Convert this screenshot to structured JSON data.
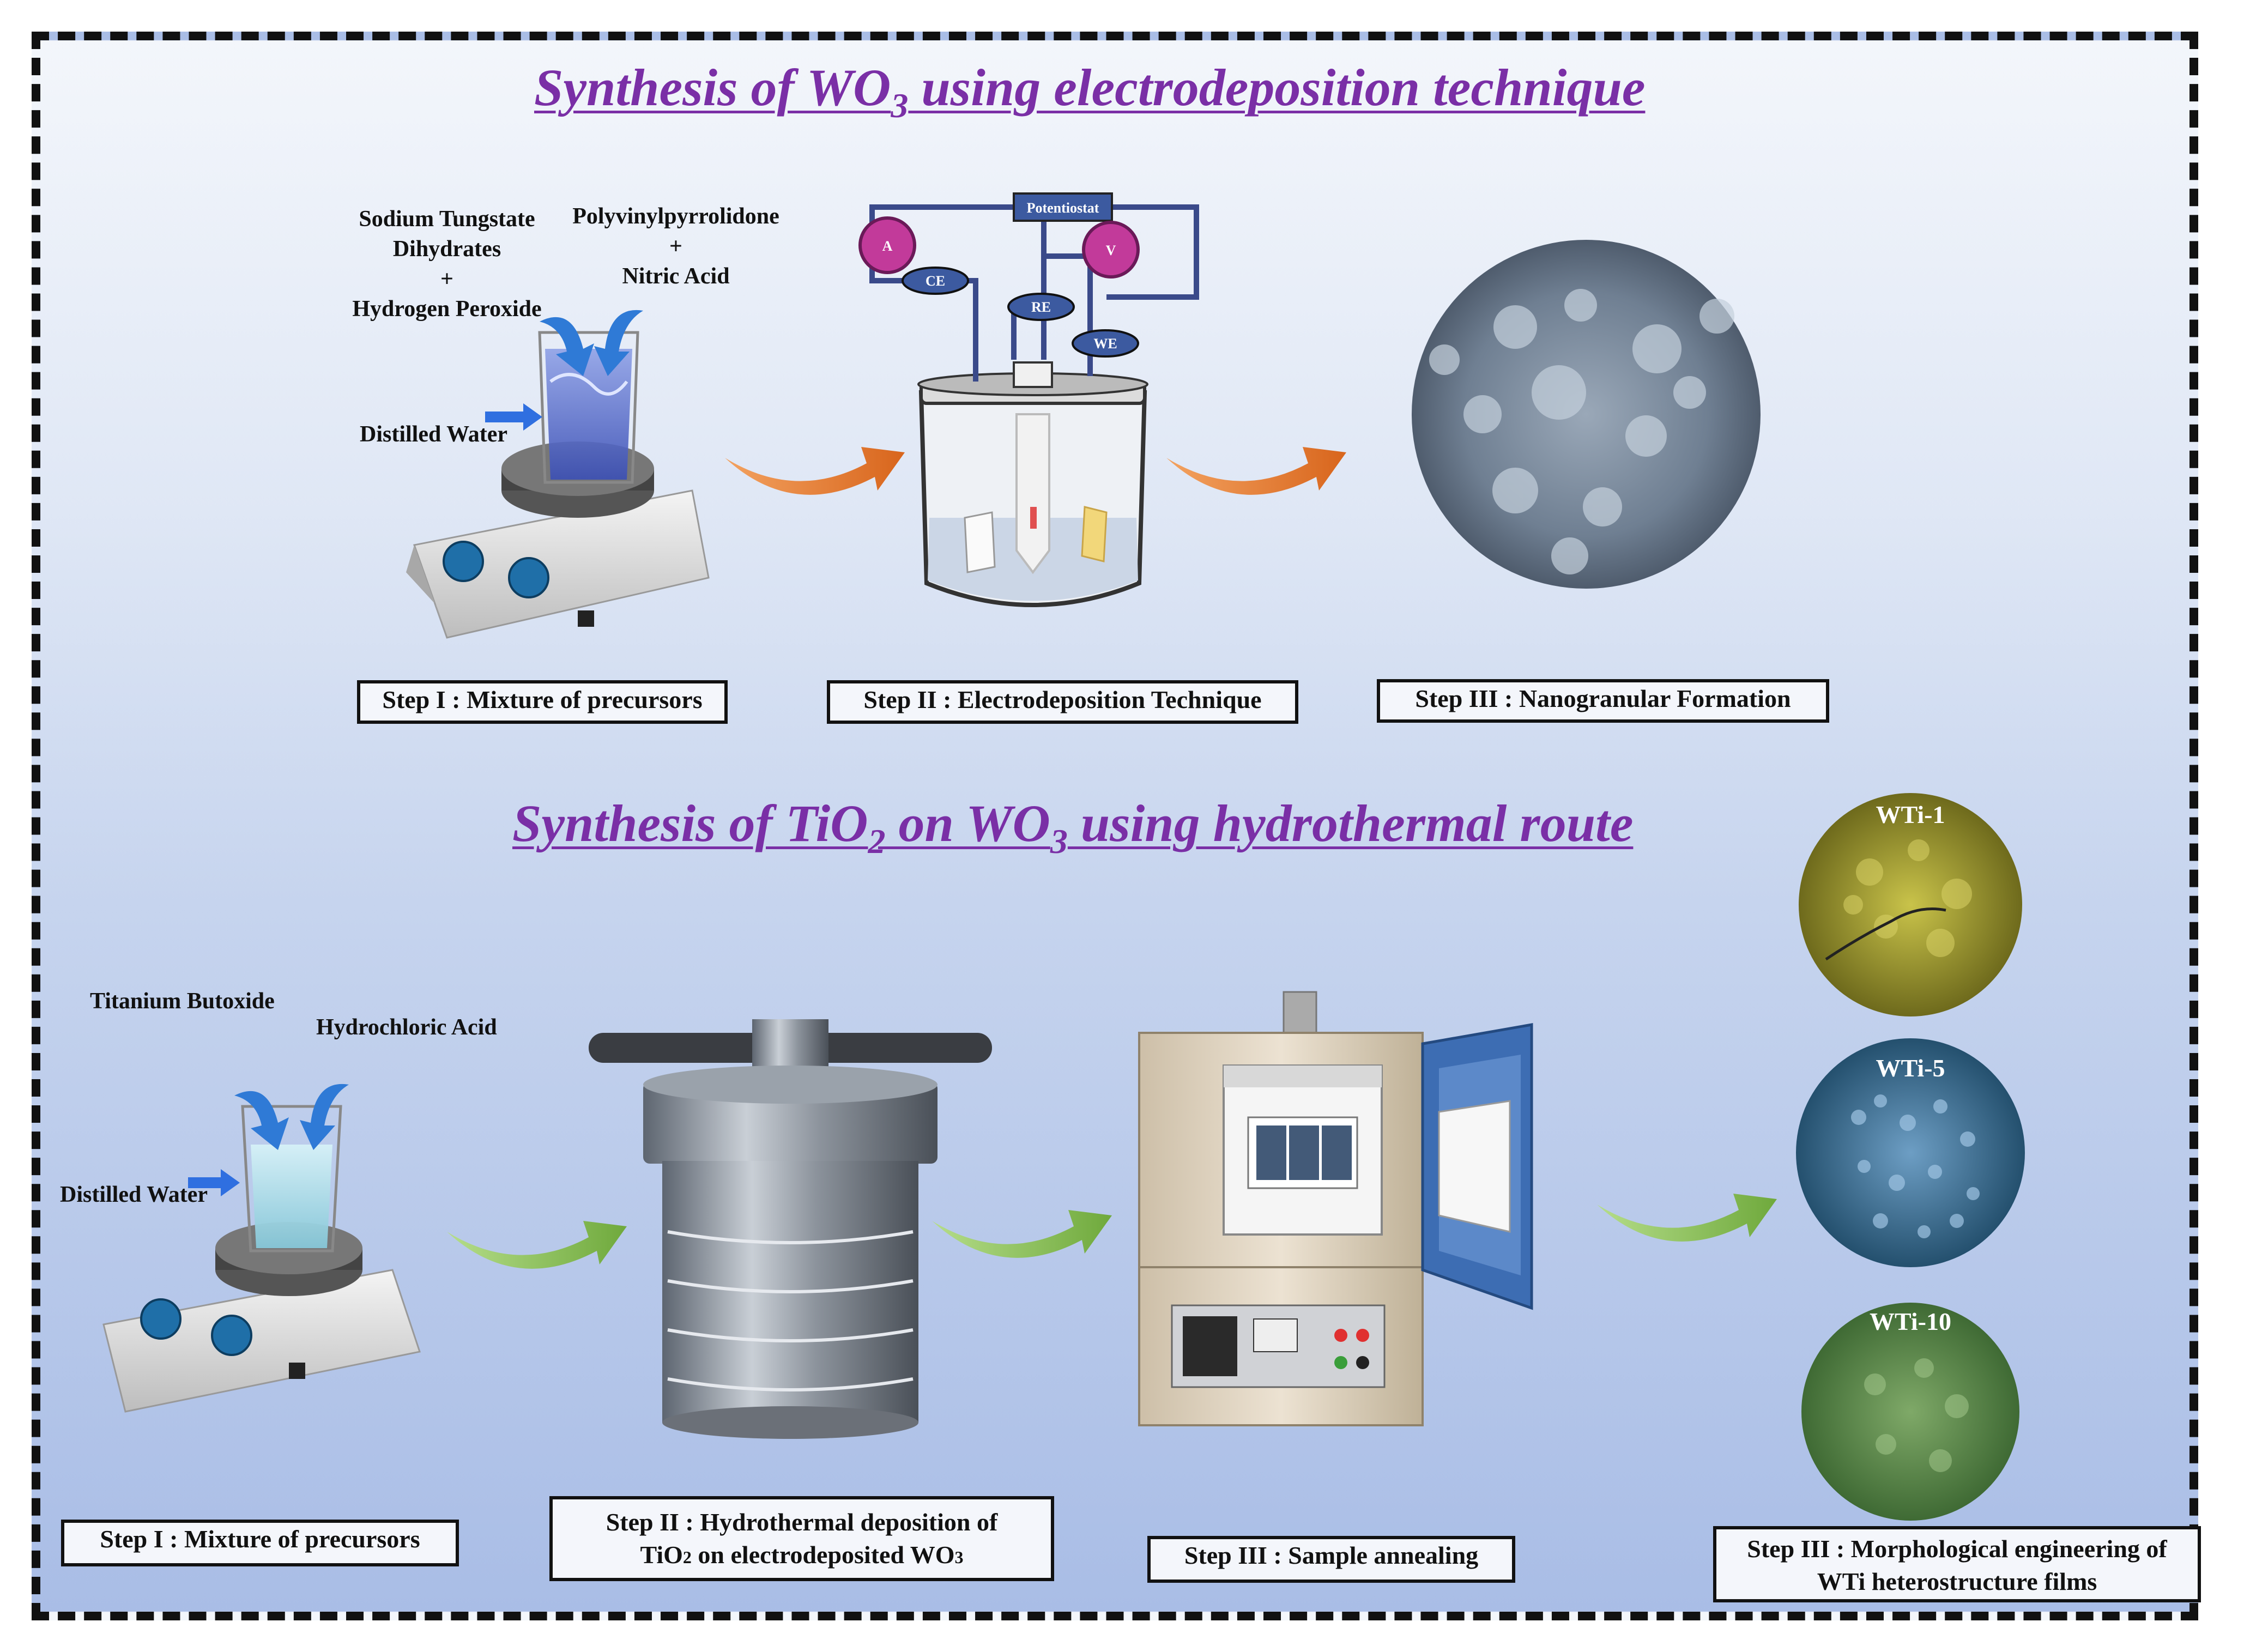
{
  "section1": {
    "title_pre": "Synthesis of WO",
    "title_sub": "3",
    "title_post": " using electrodeposition technique",
    "reagent_left": [
      "Sodium Tungstate",
      "Dihydrates",
      "+",
      "Hydrogen Peroxide"
    ],
    "reagent_right": [
      "Polyvinylpyrrolidone",
      "+",
      "Nitric Acid"
    ],
    "water_label": "Distilled Water",
    "cell_labels": {
      "potentiostat": "Potentiostat",
      "a": "A",
      "v": "V",
      "ce": "CE",
      "re": "RE",
      "we": "WE"
    },
    "steps": [
      "Step I : Mixture of precursors",
      "Step II : Electrodeposition Technique",
      "Step III : Nanogranular Formation"
    ]
  },
  "section2": {
    "title_a": "Synthesis of TiO",
    "title_a_sub": "2",
    "title_b": " on WO",
    "title_b_sub": "3",
    "title_c": " using hydrothermal route",
    "reagent_left": "Titanium Butoxide",
    "reagent_right": "Hydrochloric Acid",
    "water_label": "Distilled Water",
    "step1": "Step I : Mixture of precursors",
    "step2_line1": "Step II : Hydrothermal deposition of",
    "step2_line2_a": "TiO",
    "step2_line2_sub1": "2",
    "step2_line2_b": " on electrodeposited WO",
    "step2_line2_sub2": "3",
    "step3": "Step III : Sample annealing",
    "step4_line1": "Step III : Morphological engineering of",
    "step4_line2": "WTi heterostructure films",
    "samples": [
      "WTi-1",
      "WTi-5",
      "WTi-10"
    ]
  },
  "colors": {
    "title": "#7a2fa6",
    "arrow_orange": "#e07a2c",
    "arrow_green": "#7cb342"
  }
}
